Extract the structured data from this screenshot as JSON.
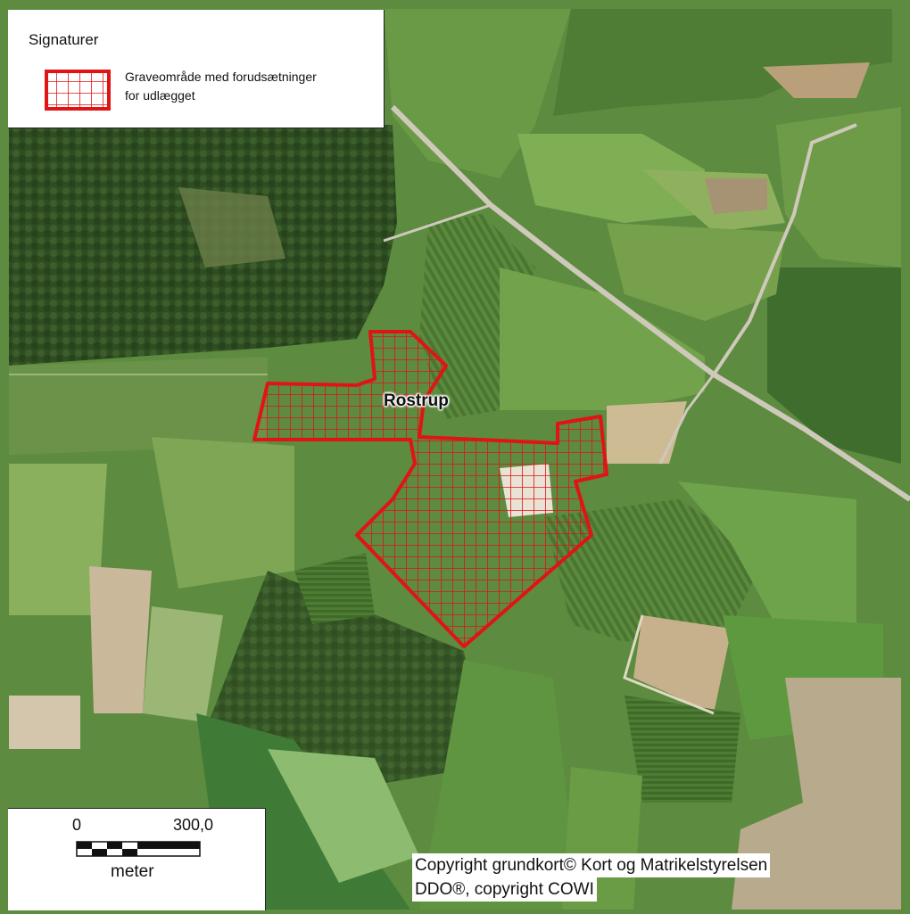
{
  "legend": {
    "title": "Signaturer",
    "line1": "Graveområde med forudsætninger",
    "line2": "for udlægget"
  },
  "map": {
    "place_label": "Rostrup",
    "area_outline_color": "#e01414",
    "area_hatch_color": "#e01414",
    "road_color": "#c9c3b6"
  },
  "scale": {
    "min_label": "0",
    "max_label": "300,0",
    "unit": "meter"
  },
  "copyright": {
    "line1": "Copyright grundkort© Kort og Matrikelstyrelsen",
    "line2": "DDO®, copyright COWI"
  }
}
